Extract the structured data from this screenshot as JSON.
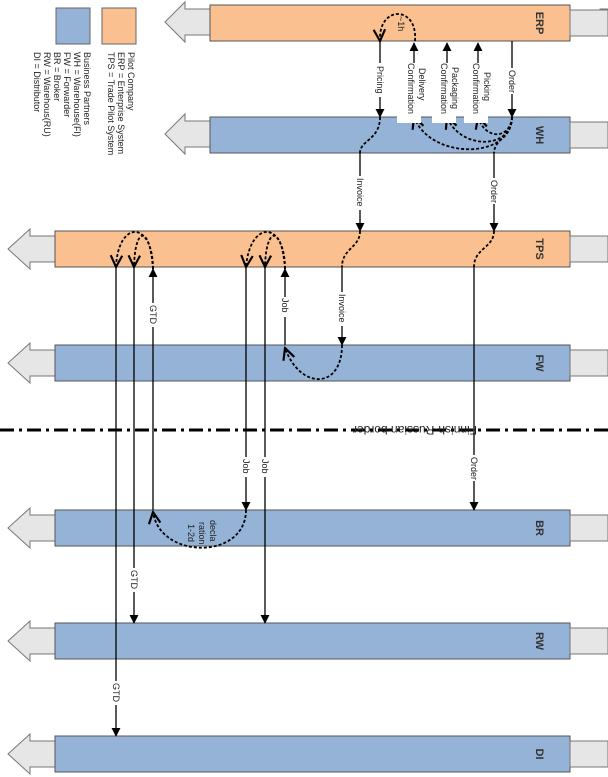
{
  "lanes": [
    {
      "id": "erp",
      "label": "ERP",
      "color": "#FAC090"
    },
    {
      "id": "wh",
      "label": "WH",
      "color": "#95B3D7"
    },
    {
      "id": "tps",
      "label": "TPS",
      "color": "#FAC090"
    },
    {
      "id": "fw",
      "label": "FW",
      "color": "#95B3D7"
    },
    {
      "id": "br",
      "label": "BR",
      "color": "#95B3D7"
    },
    {
      "id": "rw",
      "label": "RW",
      "color": "#95B3D7"
    },
    {
      "id": "di",
      "label": "DI",
      "color": "#95B3D7"
    }
  ],
  "border_label": "Finnish-Russian border",
  "messages": {
    "pricing": "Pricing",
    "delivery_confirmation": [
      "Delivery",
      "Confirmation"
    ],
    "packaging_confirmation": [
      "Packaging",
      "Confirmation"
    ],
    "picking_confirmation": [
      "Picking",
      "Confirmation"
    ],
    "order": "Order",
    "one_hour": "~1h",
    "invoice": "Invoice",
    "job": "Job",
    "gtd": "GTD",
    "declaration": [
      "decla",
      "ration",
      "1-2d"
    ]
  },
  "legend": {
    "pilot_company_title": "Pilot Company",
    "pilot_company_lines": [
      "ERP  =  Enterprise System",
      "TPS  =  Trade Pilot System"
    ],
    "business_partners_title": "Business Partners",
    "business_partners_lines": [
      "WH  =  Warehouse(FI)",
      "FW  =  Forwarder",
      "BR  =  Broker",
      "RW  =  Warehous(RU)",
      "DI  =  Distributor"
    ],
    "pilot_color": "#FAC090",
    "partner_color": "#95B3D7"
  }
}
